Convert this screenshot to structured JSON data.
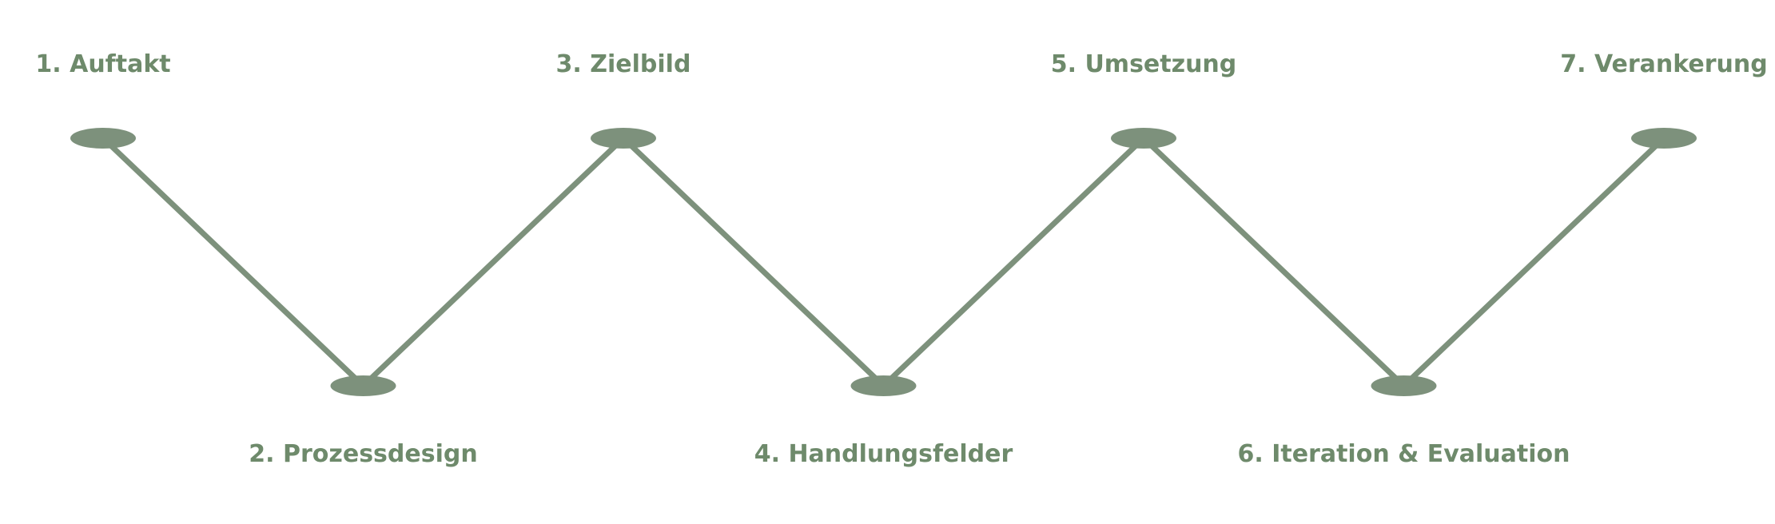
{
  "diagram": {
    "type": "zigzag-process-timeline",
    "background_color": "#ffffff",
    "node_color": "#7d917c",
    "connector_color": "#7d917c",
    "label_color": "#6e8a6b",
    "steps": [
      {
        "label": "1. Auftakt",
        "position": "top"
      },
      {
        "label": "2. Prozessdesign",
        "position": "bottom"
      },
      {
        "label": "3. Zielbild",
        "position": "top"
      },
      {
        "label": "4. Handlungsfelder",
        "position": "bottom"
      },
      {
        "label": "5. Umsetzung",
        "position": "top"
      },
      {
        "label": "6. Iteration & Evaluation",
        "position": "bottom"
      },
      {
        "label": "7. Verankerung",
        "position": "top"
      }
    ]
  }
}
